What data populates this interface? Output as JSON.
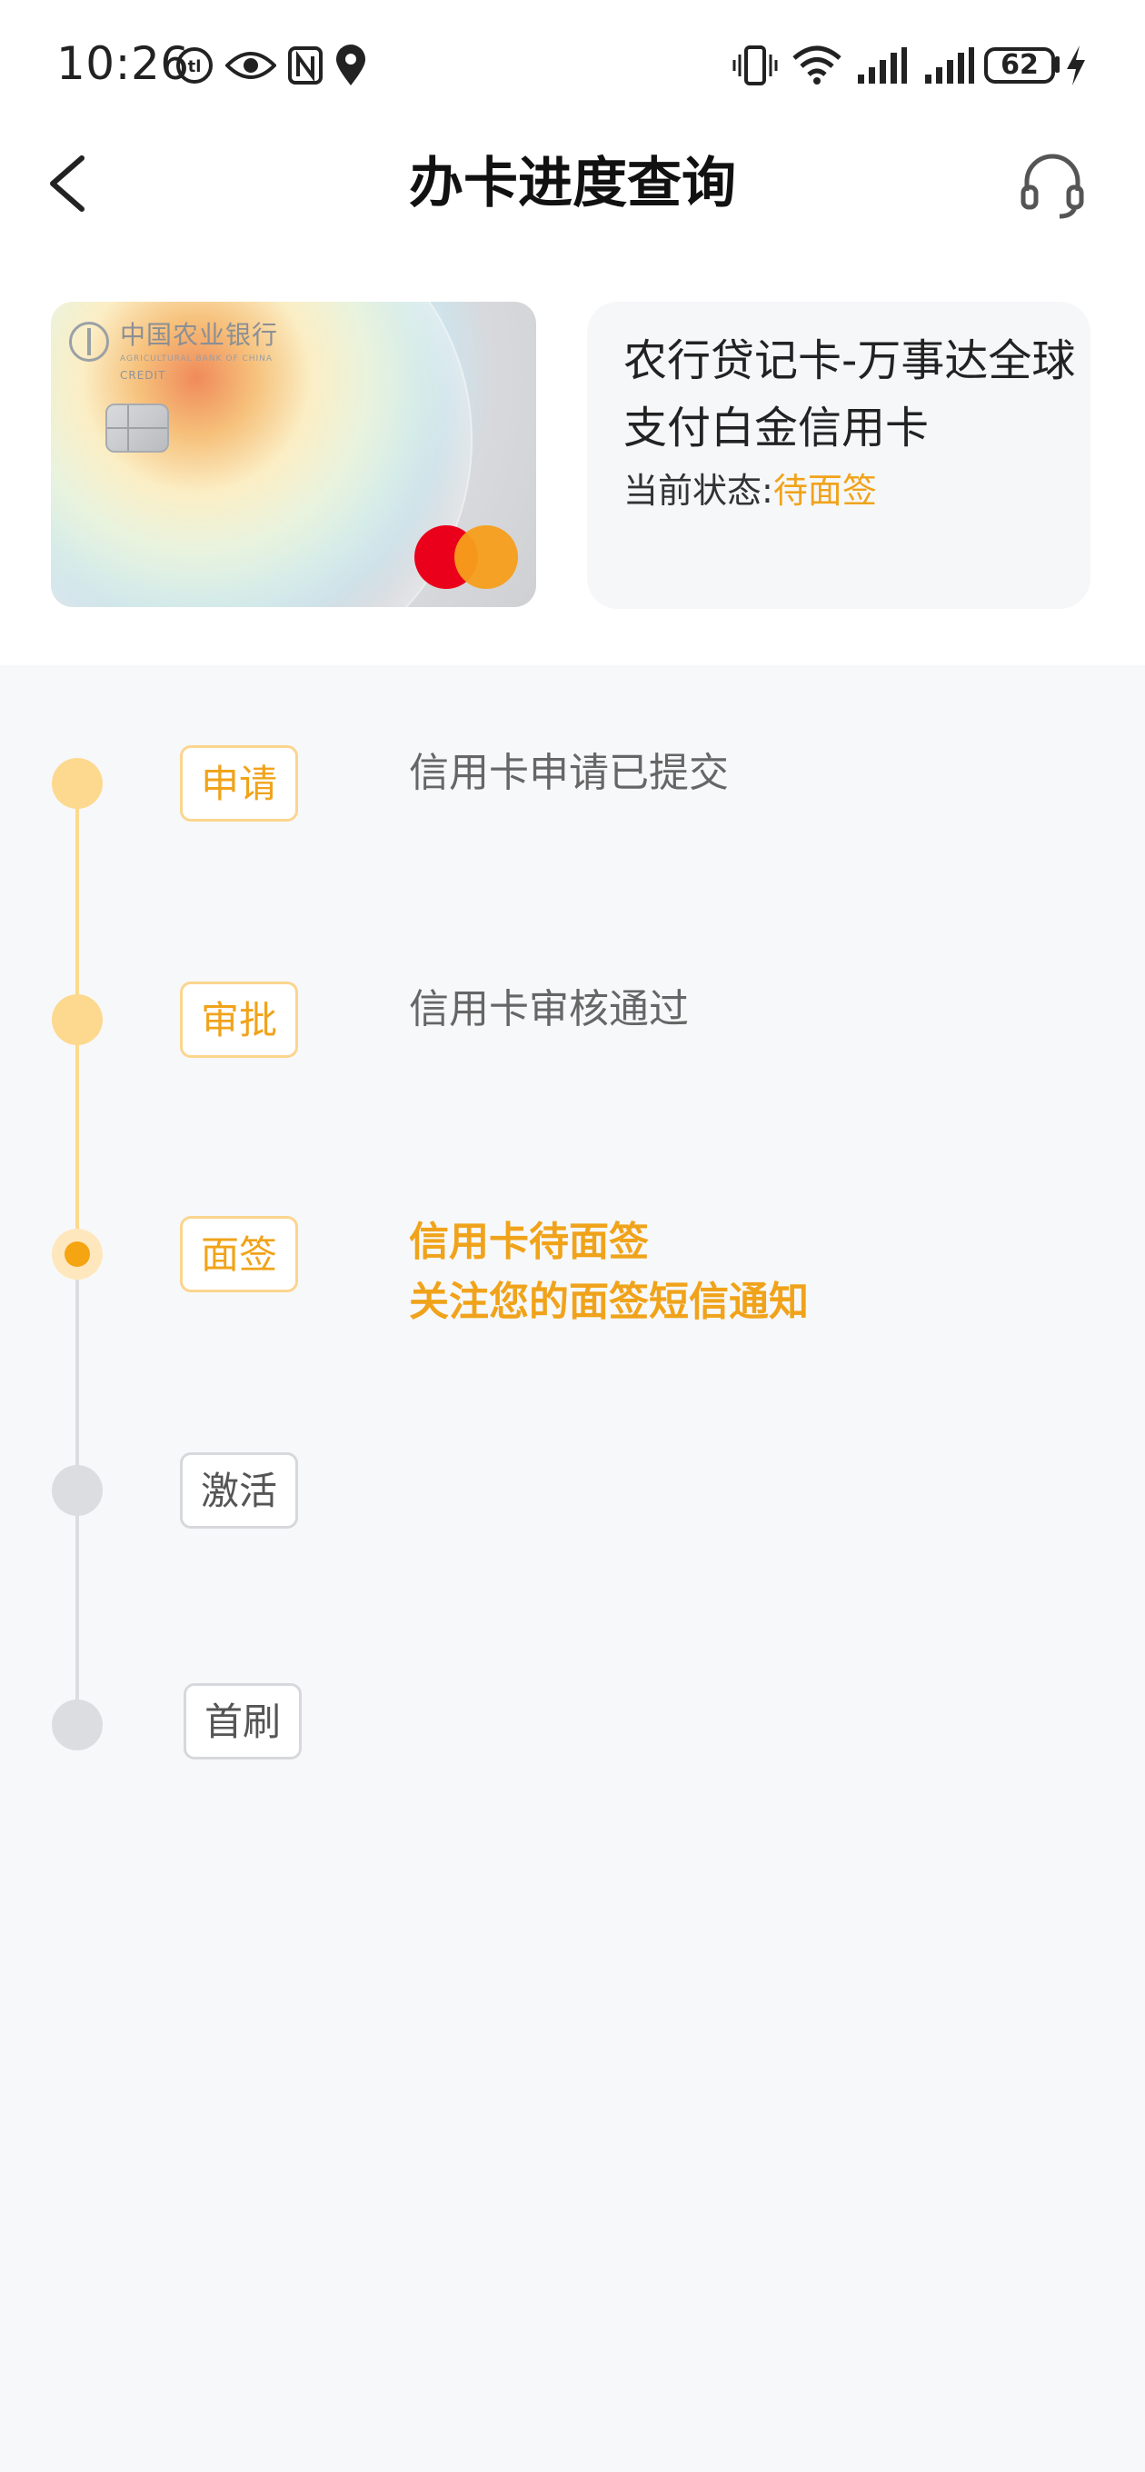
{
  "status_bar": {
    "time": "10:26",
    "battery": "62",
    "icons": [
      "nfc-icon",
      "eye-icon",
      "n-icon",
      "location-icon",
      "vibrate-icon",
      "wifi-icon",
      "signal-icon",
      "signal-icon",
      "charging-icon"
    ]
  },
  "header": {
    "title": "办卡进度查询",
    "back_icon": "chevron-left-icon",
    "service_icon": "headset-icon"
  },
  "card": {
    "bank_name": "中国农业银行",
    "bank_name_en": "AGRICULTURAL BANK OF CHINA",
    "card_type": "CREDIT",
    "name": "农行贷记卡-万事达全球支付白金信用卡",
    "status_label": "当前状态:",
    "status_value": "待面签"
  },
  "timeline": {
    "steps": [
      {
        "tag": "申请",
        "desc": "信用卡申请已提交",
        "state": "done"
      },
      {
        "tag": "审批",
        "desc": "信用卡审核通过",
        "state": "done"
      },
      {
        "tag": "面签",
        "desc_line1": "信用卡待面签",
        "desc_line2": "关注您的面签短信通知",
        "state": "current"
      },
      {
        "tag": "激活",
        "state": "todo"
      },
      {
        "tag": "首刷",
        "state": "todo"
      }
    ]
  },
  "colors": {
    "accent": "#f0a31a",
    "done_dot": "#fdd98f",
    "todo_dot": "#dcdde0",
    "background": "#f7f8fa"
  }
}
